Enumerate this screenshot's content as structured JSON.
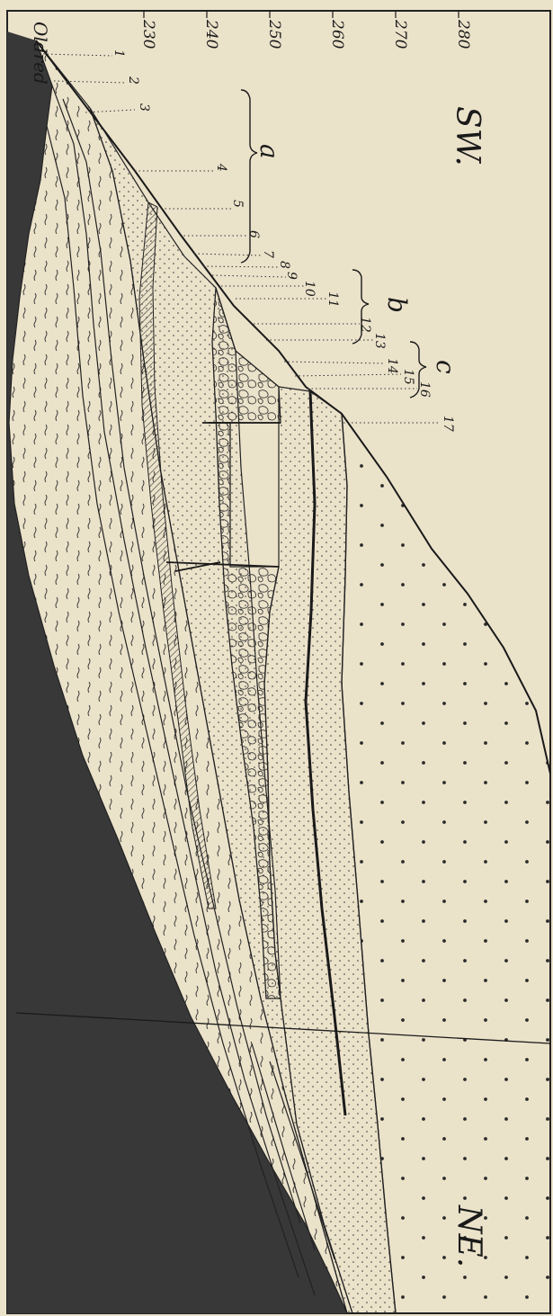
{
  "figure": {
    "ticks": [
      "230",
      "240",
      "250",
      "260",
      "270",
      "280"
    ],
    "formation_label": "Oldred",
    "bed_numbers": [
      "1",
      "2",
      "3",
      "4",
      "5",
      "6",
      "7",
      "8",
      "9",
      "10",
      "11",
      "12",
      "13",
      "14",
      "15",
      "16",
      "17"
    ],
    "groups": [
      "a",
      "b",
      "c"
    ],
    "direction_sw": "SW.",
    "direction_ne": "NE."
  }
}
